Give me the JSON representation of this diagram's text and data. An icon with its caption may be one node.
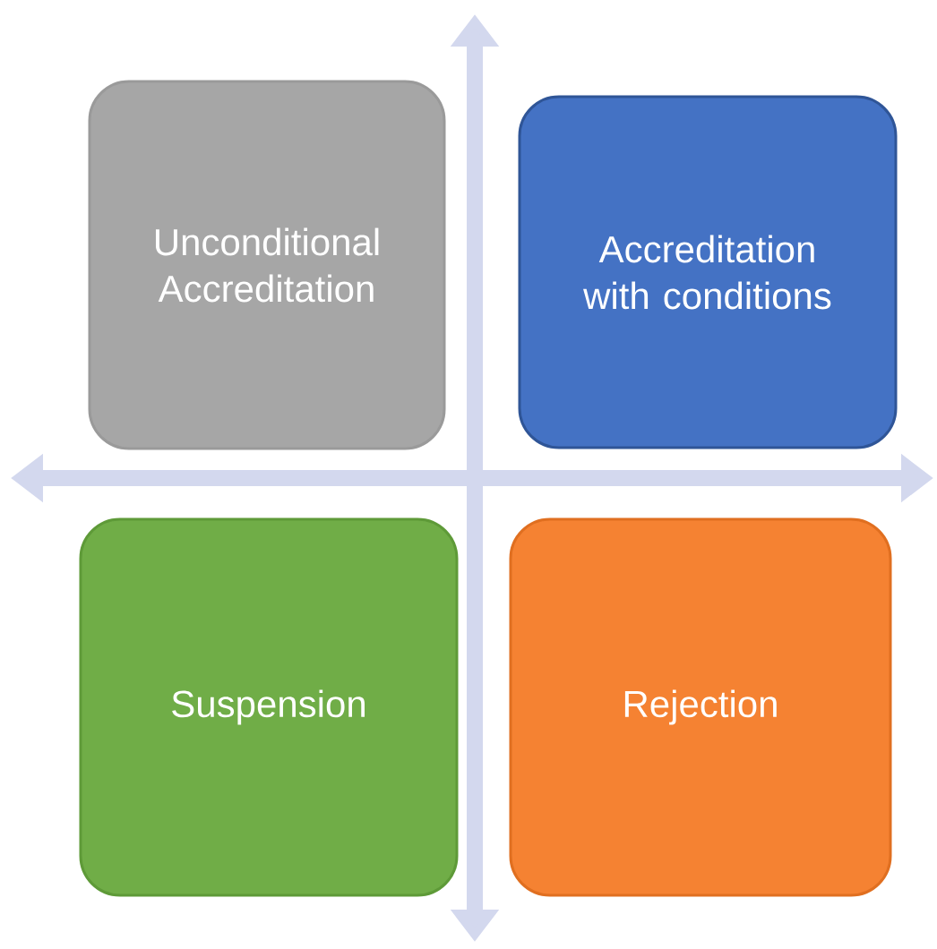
{
  "diagram": {
    "nodes": [
      {
        "text": [
          "Unconditional Accreditation"
        ]
      },
      {
        "text": [
          "Accreditation with conditions"
        ]
      },
      {
        "text": [
          "Suspension"
        ]
      },
      {
        "text": [
          "Rejection"
        ]
      }
    ]
  }
}
